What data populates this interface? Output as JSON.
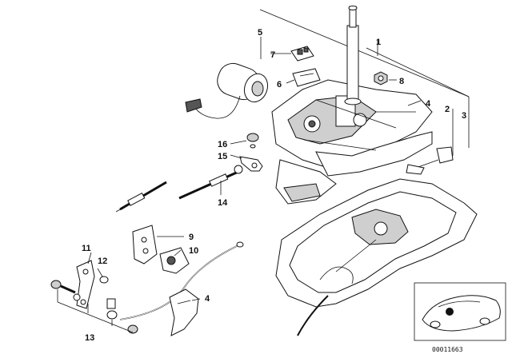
{
  "callouts": {
    "c1": "1",
    "c2": "2",
    "c3": "3",
    "c4a": "4",
    "c4b": "4",
    "c5": "5",
    "c6": "6",
    "c7": "7",
    "c8": "8",
    "c9": "9",
    "c10": "10",
    "c11": "11",
    "c12": "12",
    "c13": "13",
    "c14": "14",
    "c15": "15",
    "c16": "16"
  },
  "document_id": "00011663",
  "icons": {
    "inset": "car-location-thumbnail-icon"
  }
}
